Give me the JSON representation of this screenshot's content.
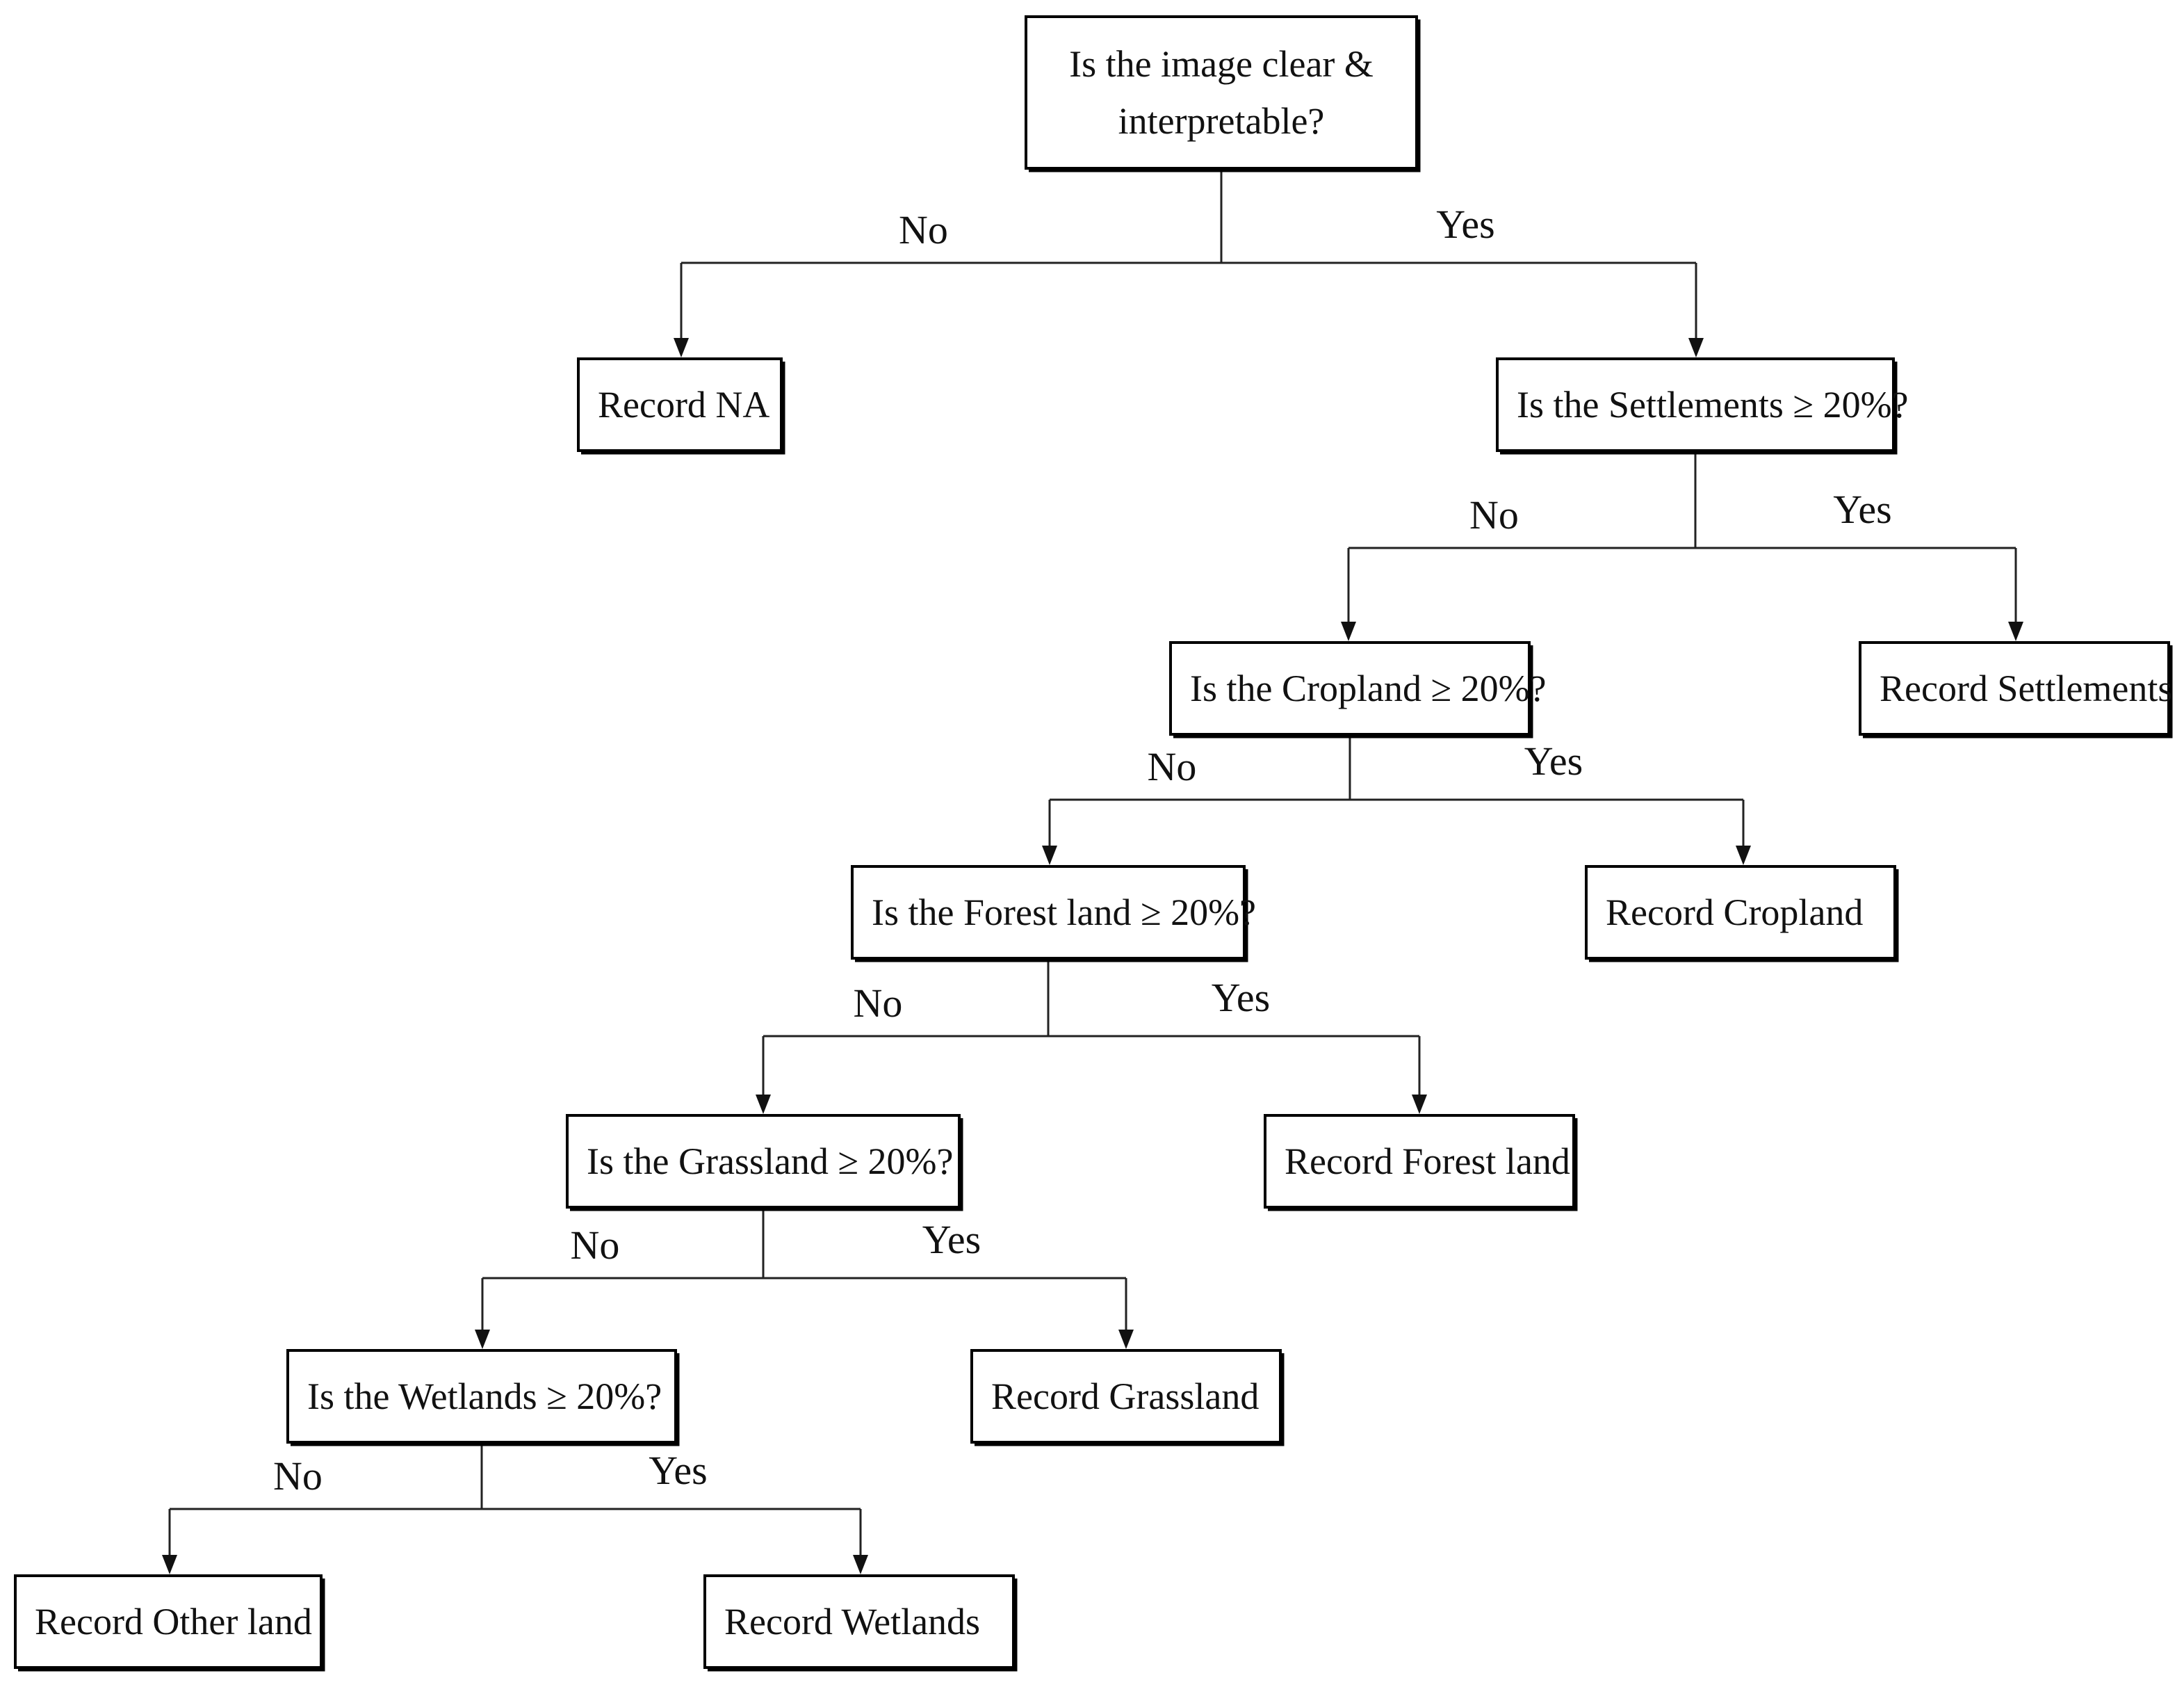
{
  "nodes": {
    "root": {
      "lines": [
        "Is the image clear &",
        "interpretable?"
      ]
    },
    "record_na": {
      "lines": [
        "Record NA"
      ]
    },
    "settlements_q": {
      "lines": [
        "Is the Settlements ≥ 20%?"
      ]
    },
    "record_settlements": {
      "lines": [
        "Record Settlements"
      ]
    },
    "cropland_q": {
      "lines": [
        "Is the Cropland ≥ 20%?"
      ]
    },
    "record_cropland": {
      "lines": [
        "Record Cropland"
      ]
    },
    "forest_q": {
      "lines": [
        "Is the Forest land ≥ 20%?"
      ]
    },
    "record_forest": {
      "lines": [
        "Record Forest land"
      ]
    },
    "grassland_q": {
      "lines": [
        "Is the Grassland ≥ 20%?"
      ]
    },
    "record_grassland": {
      "lines": [
        "Record Grassland"
      ]
    },
    "wetlands_q": {
      "lines": [
        "Is the Wetlands ≥ 20%?"
      ]
    },
    "record_other": {
      "lines": [
        "Record Other land"
      ]
    },
    "record_wetlands": {
      "lines": [
        "Record Wetlands"
      ]
    }
  },
  "edges": [
    {
      "from": "root",
      "no": "record_na",
      "yes": "settlements_q",
      "no_label": "No",
      "yes_label": "Yes"
    },
    {
      "from": "settlements_q",
      "no": "cropland_q",
      "yes": "record_settlements",
      "no_label": "No",
      "yes_label": "Yes"
    },
    {
      "from": "cropland_q",
      "no": "forest_q",
      "yes": "record_cropland",
      "no_label": "No",
      "yes_label": "Yes"
    },
    {
      "from": "forest_q",
      "no": "grassland_q",
      "yes": "record_forest",
      "no_label": "No",
      "yes_label": "Yes"
    },
    {
      "from": "grassland_q",
      "no": "wetlands_q",
      "yes": "record_grassland",
      "no_label": "No",
      "yes_label": "Yes"
    },
    {
      "from": "wetlands_q",
      "no": "record_other",
      "yes": "record_wetlands",
      "no_label": "No",
      "yes_label": "Yes"
    }
  ]
}
